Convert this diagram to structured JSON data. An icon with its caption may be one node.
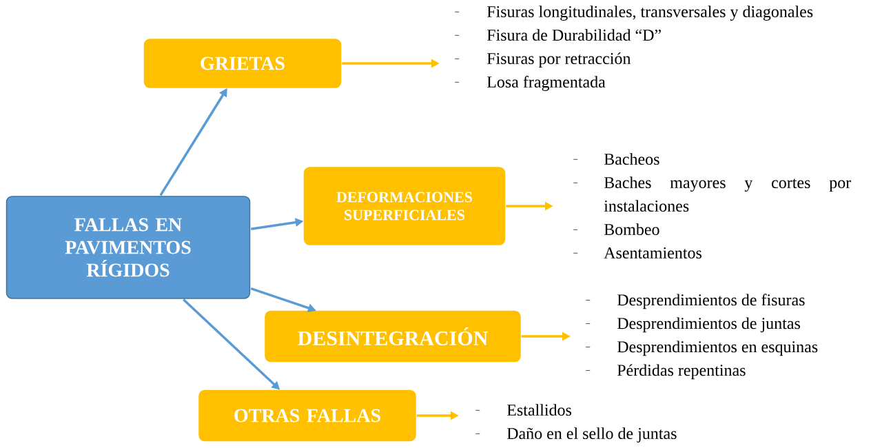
{
  "diagram": {
    "nodes": [
      {
        "text": [
          "FALLAS EN PAVIMENTOS RÍGIDOS"
        ]
      },
      {
        "text": [
          "GRIETAS"
        ]
      },
      {
        "text": [
          "DEFORMACIONES SUPERFICIALES"
        ]
      },
      {
        "text": [
          "DESINTEGRACIÓN"
        ]
      },
      {
        "text": [
          "OTRAS FALLAS"
        ]
      },
      {
        "text": [
          "Fisuras longitudinales, transversales y diagonales",
          "Fisura de Durabilidad “D”",
          "Fisuras por retracción",
          "Losa fragmentada"
        ]
      },
      {
        "text": [
          "Bacheos",
          "Baches mayores y cortes por instalaciones",
          "Bombeo",
          "Asentamientos"
        ]
      },
      {
        "text": [
          "Desprendimientos de fisuras",
          "Desprendimientos de juntas",
          "Desprendimientos en esquinas",
          "Pérdidas repentinas"
        ]
      },
      {
        "text": [
          "Estallidos",
          "Daño en el sello de juntas"
        ]
      }
    ],
    "edges": [
      {
        "from": 0,
        "to": 1,
        "arrow": "to",
        "color": "#5b9bd5"
      },
      {
        "from": 0,
        "to": 2,
        "arrow": "to",
        "color": "#5b9bd5"
      },
      {
        "from": 0,
        "to": 3,
        "arrow": "to",
        "color": "#5b9bd5"
      },
      {
        "from": 0,
        "to": 4,
        "arrow": "to",
        "color": "#5b9bd5"
      },
      {
        "from": 1,
        "to": 5,
        "arrow": "to",
        "color": "#ffc000"
      },
      {
        "from": 2,
        "to": 6,
        "arrow": "to",
        "color": "#ffc000"
      },
      {
        "from": 3,
        "to": 7,
        "arrow": "to",
        "color": "#ffc000"
      },
      {
        "from": 4,
        "to": 8,
        "arrow": "to",
        "color": "#ffc000"
      }
    ]
  }
}
